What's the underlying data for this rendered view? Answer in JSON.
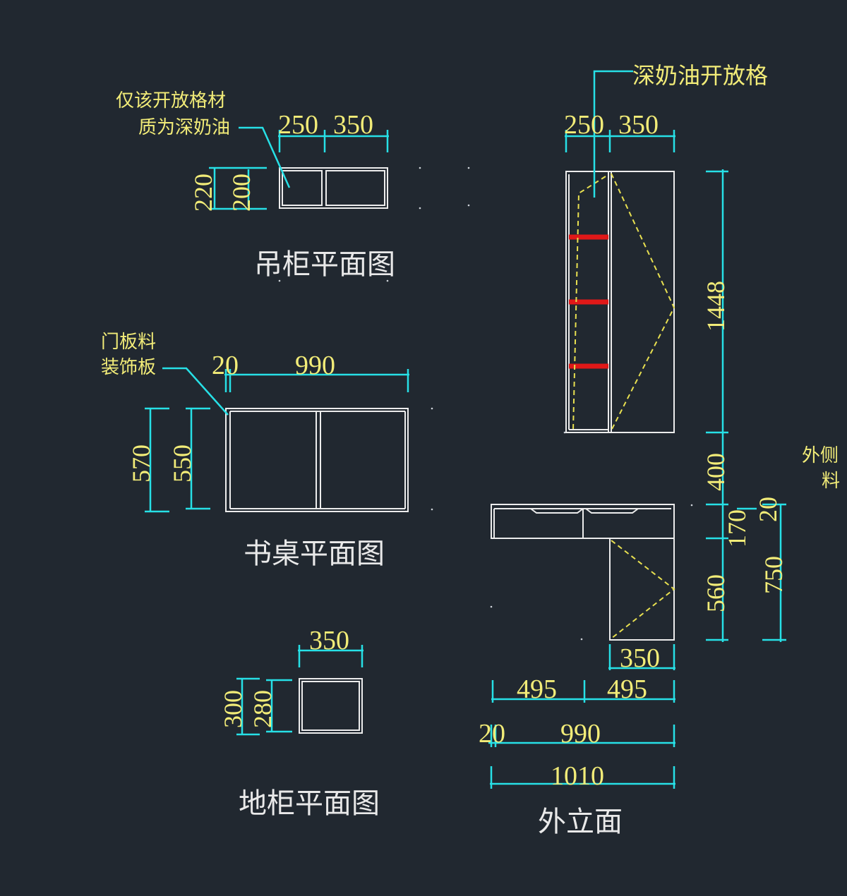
{
  "hanging_cabinet_plan": {
    "title": "吊柜平面图",
    "note_line1": "仅该开放格材",
    "note_line2": "质为深奶油",
    "width_left": "250",
    "width_right": "350",
    "depth_outer": "220",
    "depth_inner": "200"
  },
  "desk_plan": {
    "title": "书桌平面图",
    "note_line1": "门板料",
    "note_line2": "装饰板",
    "width_small": "20",
    "width_main": "990",
    "depth_outer": "570",
    "depth_inner": "550"
  },
  "floor_cabinet_plan": {
    "title": "地柜平面图",
    "width": "350",
    "depth_outer": "300",
    "depth_inner": "280"
  },
  "elevation": {
    "title": "外立面",
    "callout": "深奶油开放格",
    "top_width_left": "250",
    "top_width_right": "350",
    "height_upper": "1448",
    "height_gap": "400",
    "height_desk_top": "20",
    "height_drawer": "170",
    "height_lower": "560",
    "height_total": "750",
    "lower_width": "350",
    "drawer_left": "495",
    "drawer_right": "495",
    "overall_small": "20",
    "overall_main": "990",
    "overall_total": "1010",
    "side_note_line1": "外侧",
    "side_note_line2": "料"
  },
  "colors": {
    "background": "#212830",
    "dimension_line": "#27e0e6",
    "dimension_text": "#f2ec78",
    "object_line": "#ececec",
    "shelf": "#e01818",
    "hidden_line": "#e8e050"
  }
}
